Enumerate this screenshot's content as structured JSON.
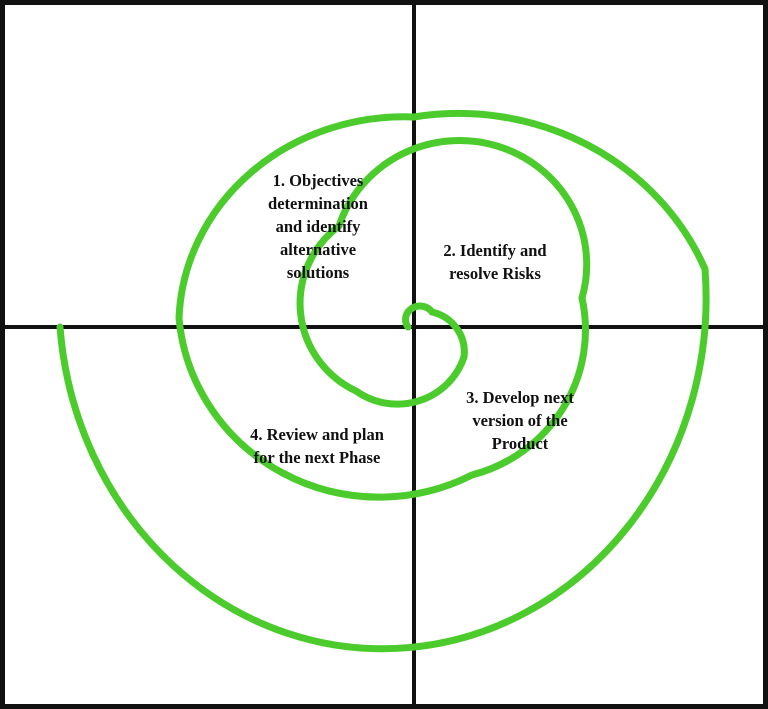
{
  "phases": [
    {
      "lines": [
        "1. Objectives",
        "determination",
        "and identify",
        "alternative",
        "solutions"
      ]
    },
    {
      "lines": [
        "2. Identify and",
        "resolve Risks"
      ]
    },
    {
      "lines": [
        "3. Develop next",
        "version of the",
        "Product"
      ]
    },
    {
      "lines": [
        "4. Review and plan",
        "for the next Phase"
      ]
    }
  ],
  "colors": {
    "spiral": "#4bcc2c",
    "axes": "#111111",
    "background": "#ffffff"
  }
}
